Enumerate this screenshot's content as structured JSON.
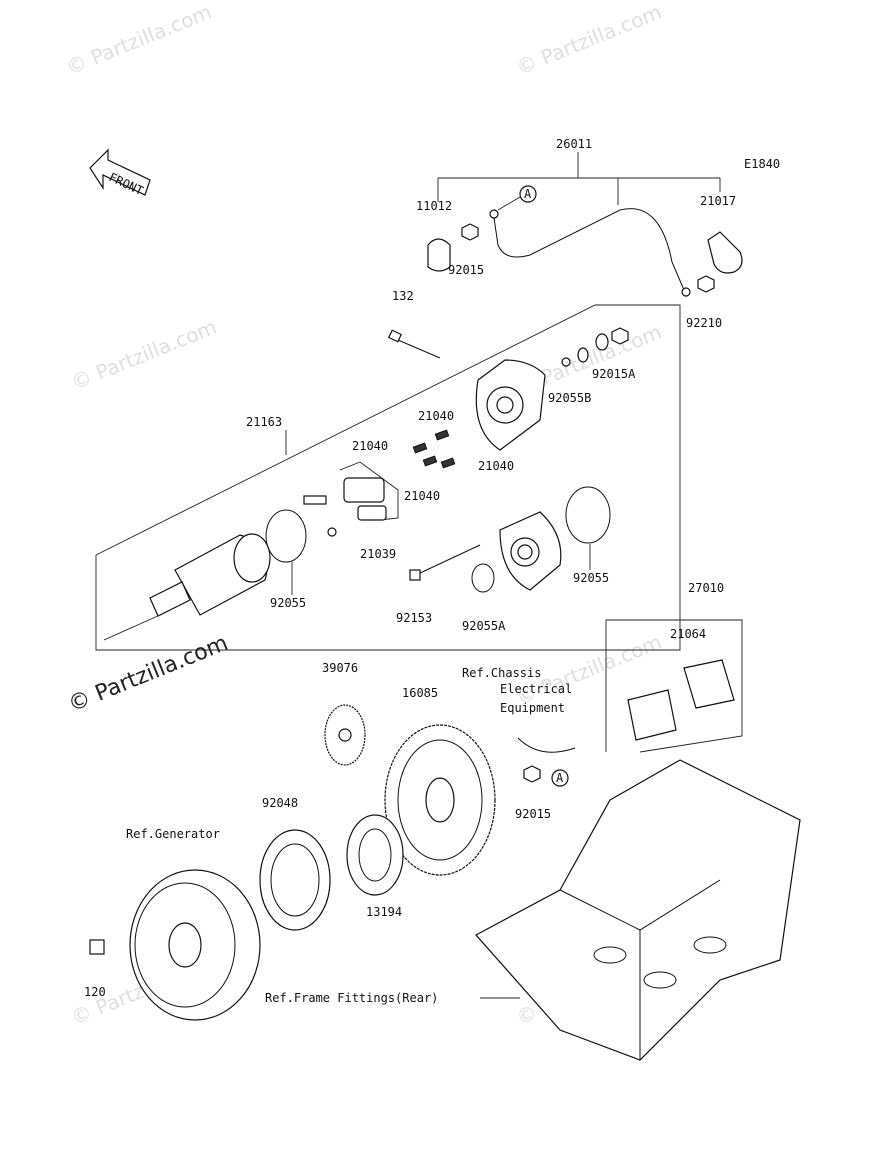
{
  "diagram_code": "E1840",
  "front_label": "FRONT",
  "watermark": "© Partzilla.com",
  "watermark_main": "© Partzilla.com",
  "callout_a": "A",
  "parts": {
    "p26011": "26011",
    "p11012": "11012",
    "p92015_top": "92015",
    "p21017": "21017",
    "p92210": "92210",
    "p132": "132",
    "p92015A": "92015A",
    "p92055B": "92055B",
    "p21163": "21163",
    "p21040_a": "21040",
    "p21040_b": "21040",
    "p21040_c": "21040",
    "p21040_d": "21040",
    "p21039": "21039",
    "p92055_left": "92055",
    "p92153": "92153",
    "p92055A": "92055A",
    "p92055_right": "92055",
    "p27010": "27010",
    "p21064": "21064",
    "p39076": "39076",
    "p16085": "16085",
    "p92015_low": "92015",
    "p92048": "92048",
    "p13194": "13194",
    "p120": "120"
  },
  "refs": {
    "chassis_1": "Ref.Chassis",
    "chassis_2": "Electrical",
    "chassis_3": "Equipment",
    "generator": "Ref.Generator",
    "frame": "Ref.Frame Fittings(Rear)"
  }
}
